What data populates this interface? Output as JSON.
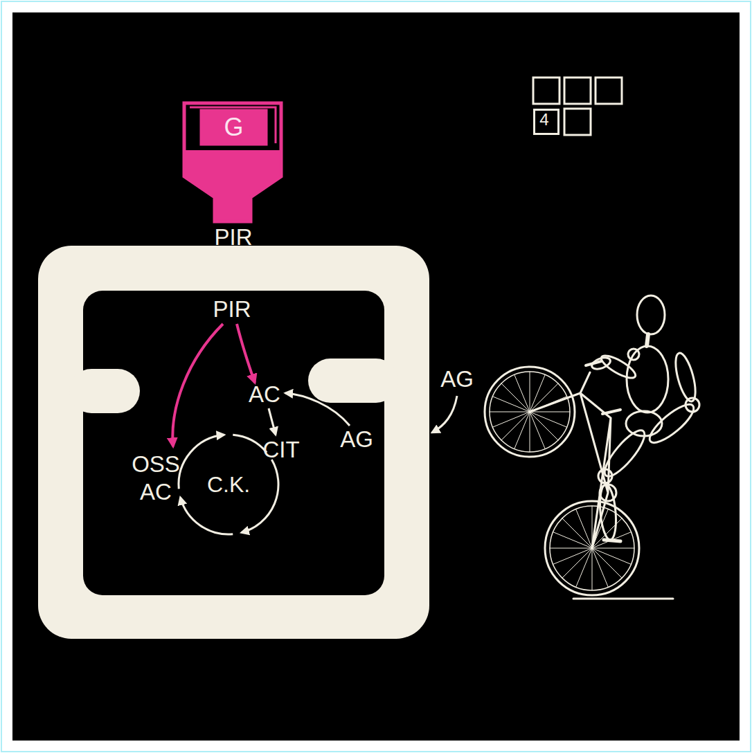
{
  "diagram": {
    "nodes": [
      {
        "text": [
          "G"
        ]
      },
      {
        "text": [
          "C.K."
        ]
      },
      {
        "text": [
          "4"
        ]
      }
    ],
    "labels": [
      "PIR",
      "PIR",
      "AC",
      "CIT",
      "AG",
      "OSS AC",
      "AG"
    ]
  }
}
